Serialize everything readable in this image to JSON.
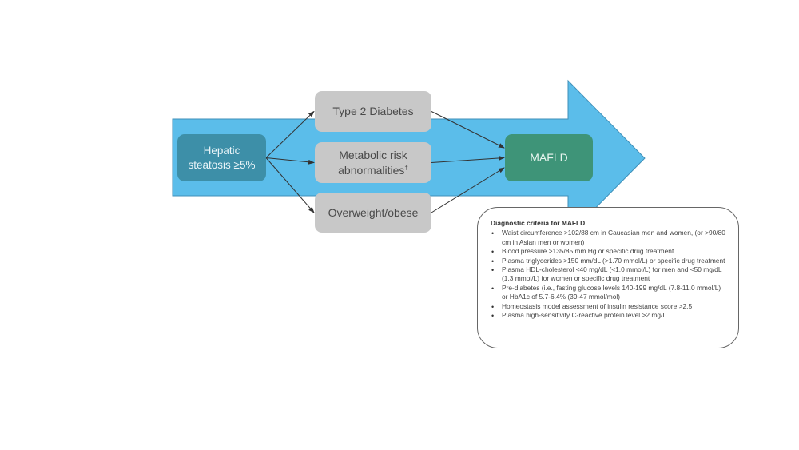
{
  "diagram": {
    "colors": {
      "big_arrow": "#5bbdea",
      "big_arrow_stroke": "#3f8fb8",
      "hepatic_box": "#3d8fa8",
      "factor_box": "#c8c8c8",
      "mafld_box": "#3e9478",
      "connector": "#333333"
    },
    "nodes": {
      "hepatic": {
        "line1": "Hepatic",
        "line2": "steatosis ≥5%"
      },
      "type2_diabetes": {
        "label": "Type 2 Diabetes"
      },
      "metabolic": {
        "line1": "Metabolic risk",
        "line2": "abnormalities",
        "sup": "†"
      },
      "overweight": {
        "label": "Overweight/obese"
      },
      "mafld": {
        "label": "MAFLD"
      }
    },
    "edges": [
      {
        "from": "hepatic",
        "to": "type2_diabetes"
      },
      {
        "from": "hepatic",
        "to": "metabolic"
      },
      {
        "from": "hepatic",
        "to": "overweight"
      },
      {
        "from": "type2_diabetes",
        "to": "mafld"
      },
      {
        "from": "metabolic",
        "to": "mafld"
      },
      {
        "from": "overweight",
        "to": "mafld"
      }
    ]
  },
  "criteria": {
    "title": "Diagnostic  criteria for MAFLD",
    "items": [
      "Waist circumference >102/88 cm in Caucasian men and women, (or >90/80 cm in Asian men or women)",
      "Blood pressure >135/85 mm Hg or specific drug treatment",
      "Plasma triglycerides >150 mm/dL (>1.70 mmol/L) or specific drug treatment",
      "Plasma HDL-cholesterol <40 mg/dL (<1.0 mmol/L) for men and <50 mg/dL (1.3 mmol/L) for women or specific drug treatment",
      "Pre-diabetes (i.e., fasting glucose levels 140-199 mg/dL (7.8-11.0 mmol/L) or HbA1c of 5.7-6.4% (39-47 mmol/mol)",
      "Homeostasis model assessment of insulin resistance  score >2.5",
      "Plasma high-sensitivity C-reactive  protein level >2 mg/L"
    ]
  }
}
